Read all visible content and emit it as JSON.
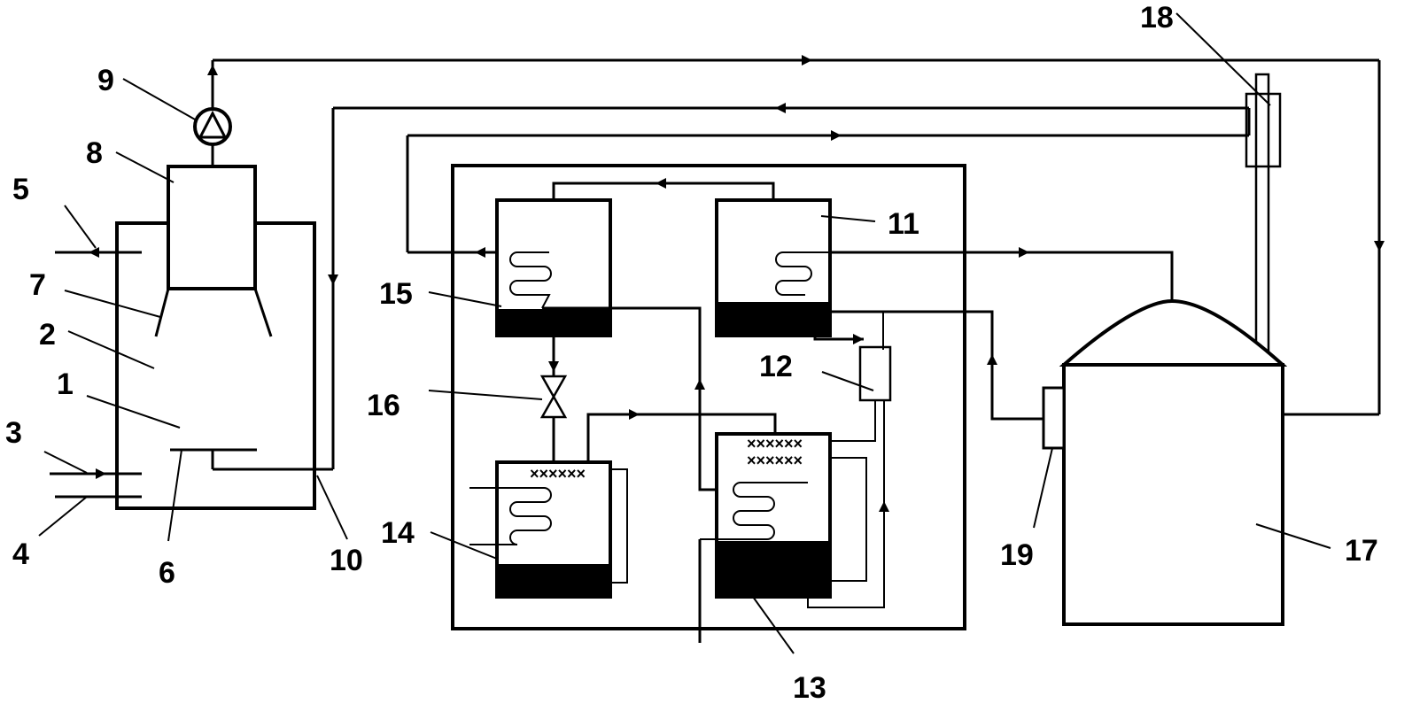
{
  "labels": {
    "n1": "1",
    "n2": "2",
    "n3": "3",
    "n4": "4",
    "n5": "5",
    "n6": "6",
    "n7": "7",
    "n8": "8",
    "n9": "9",
    "n10": "10",
    "n11": "11",
    "n12": "12",
    "n13": "13",
    "n14": "14",
    "n15": "15",
    "n16": "16",
    "n17": "17",
    "n18": "18",
    "n19": "19"
  },
  "crystal_marks": "××××××",
  "components": {
    "pump": "pump-icon",
    "valve": "valve-icon"
  }
}
